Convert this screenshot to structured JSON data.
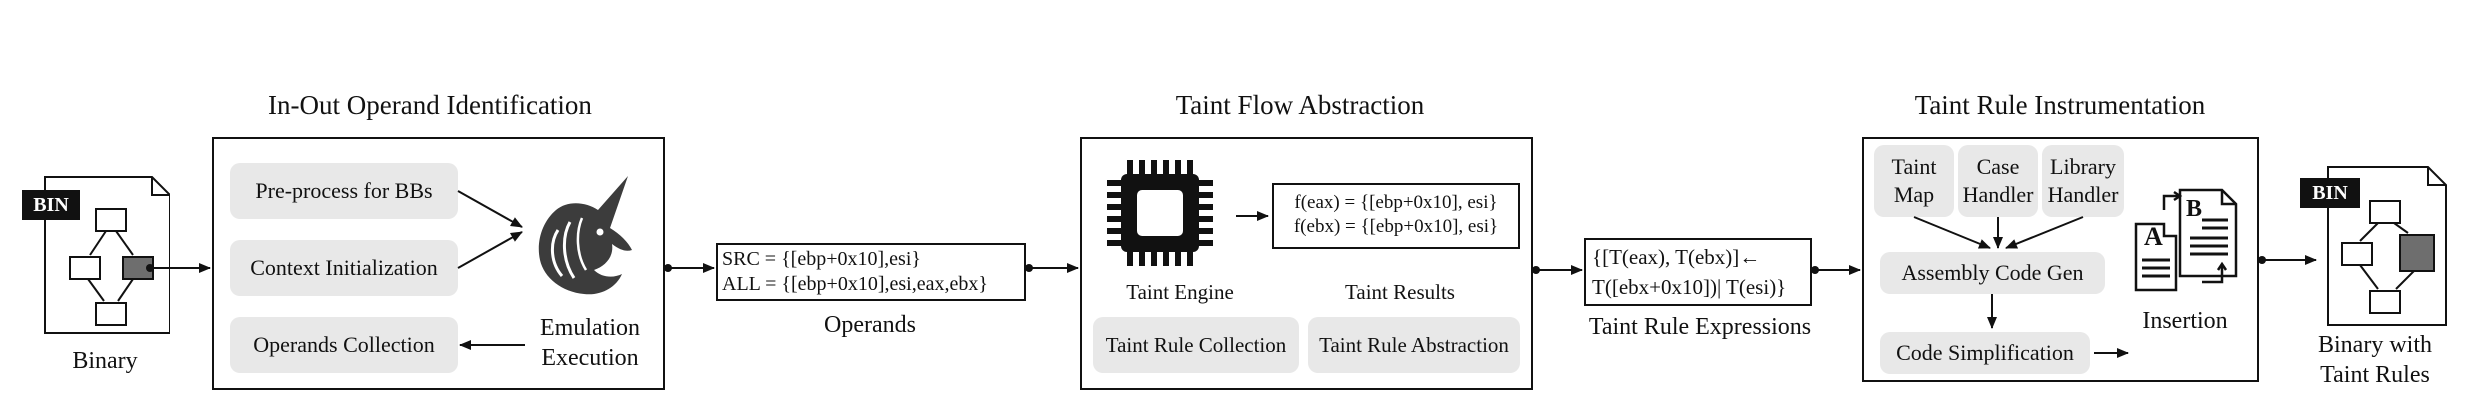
{
  "sections": {
    "s1_title": "In-Out Operand Identification",
    "s2_title": "Taint Flow Abstraction",
    "s3_title": "Taint Rule Instrumentation"
  },
  "input": {
    "badge": "BIN",
    "label": "Binary"
  },
  "s1": {
    "preprocess": "Pre-process for BBs",
    "context_init": "Context Initialization",
    "operands_collection": "Operands Collection",
    "emulation_line1": "Emulation",
    "emulation_line2": "Execution"
  },
  "operands": {
    "src": "SRC = {[ebp+0x10],esi}",
    "all": "ALL = {[ebp+0x10],esi,eax,ebx}",
    "label": "Operands"
  },
  "s2": {
    "engine_label": "Taint Engine",
    "results_label": "Taint Results",
    "result_line1": "f(eax) = {[ebp+0x10], esi}",
    "result_line2": "f(ebx) = {[ebp+0x10], esi}",
    "rule_collection": "Taint Rule Collection",
    "rule_abstraction": "Taint Rule Abstraction"
  },
  "expressions": {
    "line1": "{[T(eax), T(ebx)]←",
    "line2": "T([ebx+0x10])| T(esi)}",
    "label": "Taint Rule Expressions"
  },
  "s3": {
    "taint_map_1": "Taint",
    "taint_map_2": "Map",
    "case_handler_1": "Case",
    "case_handler_2": "Handler",
    "library_handler_1": "Library",
    "library_handler_2": "Handler",
    "assembly_code_gen": "Assembly Code Gen",
    "code_simplification": "Code Simplification",
    "insertion_label": "Insertion",
    "doc_letter_a": "A",
    "doc_letter_b": "B"
  },
  "output": {
    "badge": "BIN",
    "label_line1": "Binary with",
    "label_line2": "Taint Rules"
  }
}
